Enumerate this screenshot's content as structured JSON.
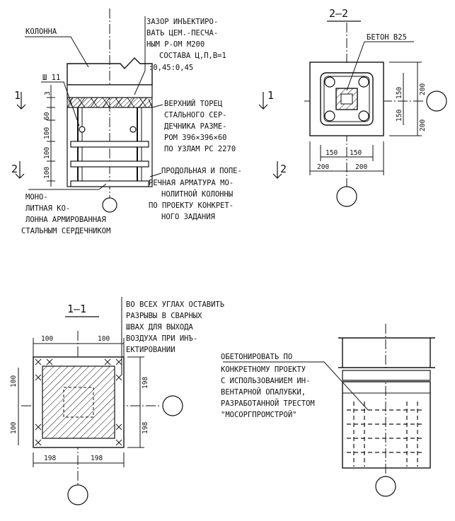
{
  "left_detail": {
    "label_column": "КОЛОННА",
    "gap_note": [
      "ЗАЗОР ИНЪЕКТИРО-",
      "ВАТЬ ЦЕМ.-ПЕСЧА-",
      "НЫМ Р-ОМ М200",
      "СОСТАВА Ц,П,В=1",
      ":0,45:0,45"
    ],
    "label_w11": "Ш 11",
    "dim_3": "3",
    "dim_60": "60",
    "dim_100_a": "100",
    "dim_100_b": "100",
    "dim_100_c": "100",
    "section_1_left": "1",
    "section_1_right": "1",
    "section_2_left": "2",
    "section_2_right": "2",
    "top_end_note": [
      "ВЕРХНИЙ ТОРЕЦ",
      "СТАЛЬНОГО СЕР-",
      "ДЕЧНИКА РАЗМЕ-",
      "РОМ 396×396×60",
      "ПО УЗЛАМ РС 2270"
    ],
    "rebar_note": [
      "ПРОДОЛЬНАЯ И ПОПЕ-",
      "РЕЧНАЯ АРМАТУРА МО-",
      "НОЛИТНОЙ КОЛОННЫ",
      "ПО ПРОЕКТУ КОНКРЕТ-",
      "НОГО ЗАДАНИЯ"
    ],
    "mono_note": [
      "МОНО-",
      "ЛИТНАЯ КО-",
      "ЛОННА АРМИРОВАННАЯ",
      "СТАЛЬНЫМ СЕРДЕЧНИКОМ"
    ]
  },
  "section_2_2": {
    "title": "2–2",
    "concrete_label": "БЕТОН В25",
    "dim_150_left": "150",
    "dim_150_right": "150",
    "dim_150_v1": "150",
    "dim_150_v2": "150",
    "dim_200_right_top": "200",
    "dim_200_right_bot": "200",
    "dim_200_bot_left": "200",
    "dim_200_bot_right": "200"
  },
  "section_1_1": {
    "title": "1–1",
    "dim_100_top_left": "100",
    "dim_100_top_right": "100",
    "dim_100_left_top": "100",
    "dim_100_left_bot": "100",
    "dim_198_right_top": "198",
    "dim_198_right_bot": "198",
    "dim_198_bot_left": "198",
    "dim_198_bot_right": "198",
    "weld_note": [
      "ВО ВСЕХ УГЛАХ ОСТАВИТЬ",
      "РАЗРЫВЫ В СВАРНЫХ",
      "ШВАХ ДЛЯ ВЫХОДА",
      "ВОЗДУХА ПРИ ИНЪ-",
      "ЕКТИРОВАНИИ"
    ]
  },
  "right_detail": {
    "concrete_note": [
      "ОБЕТОНИРОВАТЬ ПО",
      "КОНКРЕТНОМУ ПРОЕКТУ",
      "С ИСПОЛЬЗОВАНИЕМ ИН-",
      "ВЕНТАРНОЙ ОПАЛУБКИ,",
      "РАЗРАБОТАННОЙ ТРЕСТОМ",
      "\"МОСОРГПРОМСТРОЙ\""
    ]
  },
  "colors": {
    "ink": "#111111",
    "paper": "#ffffff"
  }
}
